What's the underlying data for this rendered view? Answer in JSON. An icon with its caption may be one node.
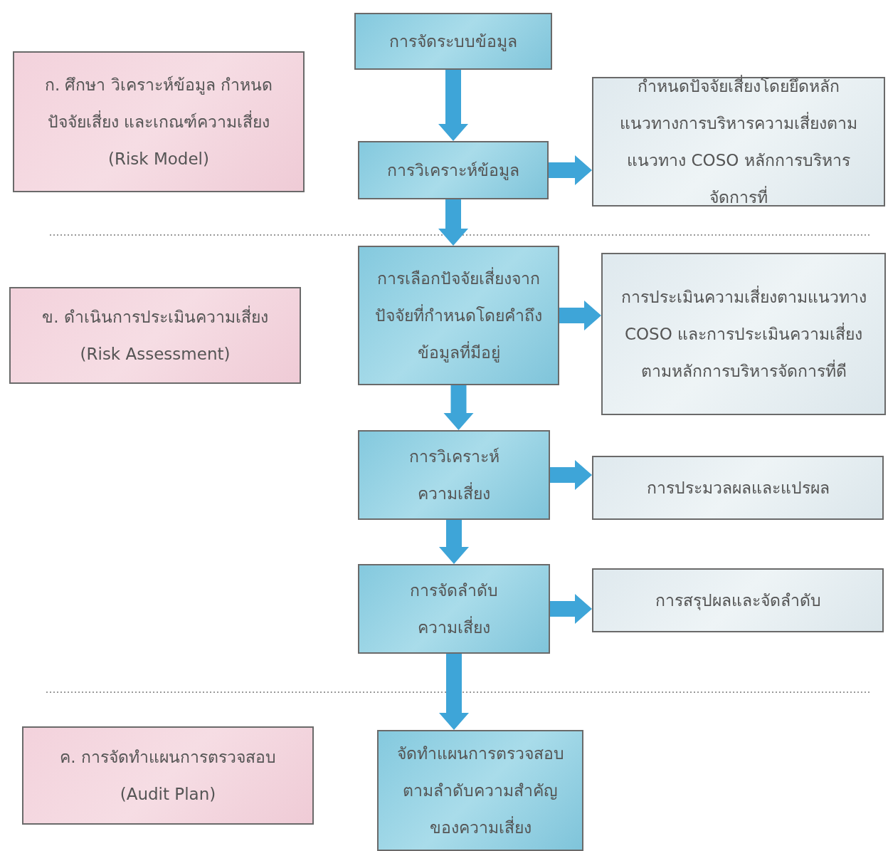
{
  "diagram": {
    "nodes": [
      {
        "text": [
          "ก. ศึกษา วิเคราะห์ข้อมูล กำหนดปัจจัยเสี่ยง และเกณฑ์ความเสี่ยง",
          "(Risk Model)"
        ]
      },
      {
        "text": [
          "การจัดระบบข้อมูล"
        ]
      },
      {
        "text": [
          "การวิเคราะห์ข้อมูล"
        ]
      },
      {
        "text": [
          "กำหนดปัจจัยเสี่ยงโดยยึดหลักแนวทางการบริหารความเสี่ยงตามแนวทาง COSO หลักการบริหารจัดการที่"
        ]
      },
      {
        "text": [
          "ข. ดำเนินการประเมินความเสี่ยง",
          "(Risk Assessment)"
        ]
      },
      {
        "text": [
          "การเลือกปัจจัยเสี่ยงจากปัจจัยที่กำหนดโดยคำถึงข้อมูลที่มีอยู่"
        ]
      },
      {
        "text": [
          "การประเมินความเสี่ยงตามแนวทาง COSO และการประเมินความเสี่ยงตามหลักการบริหารจัดการที่ดี"
        ]
      },
      {
        "text": [
          "การวิเคราะห์ความเสี่ยง"
        ]
      },
      {
        "text": [
          "การประมวลผลและแปรผล"
        ]
      },
      {
        "text": [
          "การจัดลำดับความเสี่ยง"
        ]
      },
      {
        "text": [
          "การสรุปผลและจัดลำดับ"
        ]
      },
      {
        "text": [
          "ค. การจัดทำแผนการตรวจสอบ",
          "(Audit Plan)"
        ]
      },
      {
        "text": [
          "จัดทำแผนการตรวจสอบตามลำดับความสำคัญของความเสี่ยง"
        ]
      }
    ],
    "edges": [
      {
        "from": 1,
        "to": 2,
        "arrow": "to"
      },
      {
        "from": 2,
        "to": 3,
        "arrow": "to"
      },
      {
        "from": 2,
        "to": 5,
        "arrow": "to"
      },
      {
        "from": 5,
        "to": 6,
        "arrow": "to"
      },
      {
        "from": 5,
        "to": 7,
        "arrow": "to"
      },
      {
        "from": 7,
        "to": 8,
        "arrow": "to"
      },
      {
        "from": 7,
        "to": 9,
        "arrow": "to"
      },
      {
        "from": 9,
        "to": 10,
        "arrow": "to"
      },
      {
        "from": 9,
        "to": 12,
        "arrow": "to"
      }
    ]
  }
}
